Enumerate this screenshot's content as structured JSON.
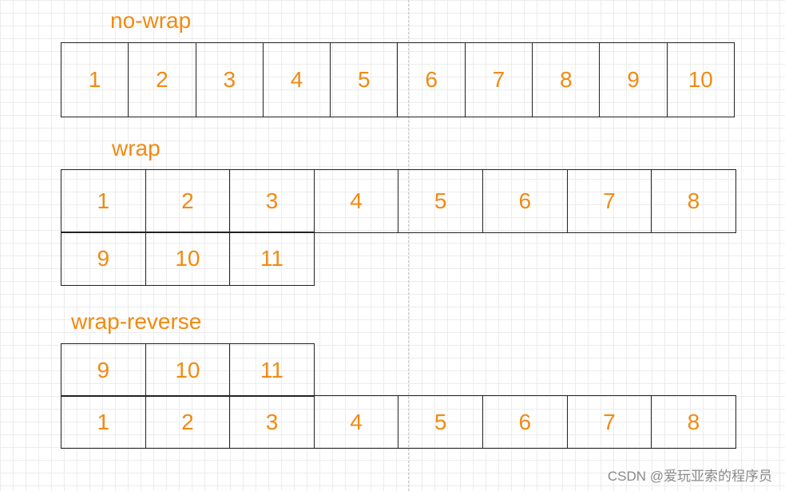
{
  "sections": {
    "nowrap": {
      "title": "no-wrap",
      "rows": [
        [
          "1",
          "2",
          "3",
          "4",
          "5",
          "6",
          "7",
          "8",
          "9",
          "10"
        ]
      ]
    },
    "wrap": {
      "title": "wrap",
      "rows": [
        [
          "1",
          "2",
          "3",
          "4",
          "5",
          "6",
          "7",
          "8"
        ],
        [
          "9",
          "10",
          "11"
        ]
      ]
    },
    "wrap_reverse": {
      "title": "wrap-reverse",
      "rows": [
        [
          "9",
          "10",
          "11"
        ],
        [
          "1",
          "2",
          "3",
          "4",
          "5",
          "6",
          "7",
          "8"
        ]
      ]
    }
  },
  "watermark": "CSDN @爱玩亚索的程序员",
  "colors": {
    "accent": "#f28a12",
    "border": "#222222",
    "grid": "#ececec"
  }
}
